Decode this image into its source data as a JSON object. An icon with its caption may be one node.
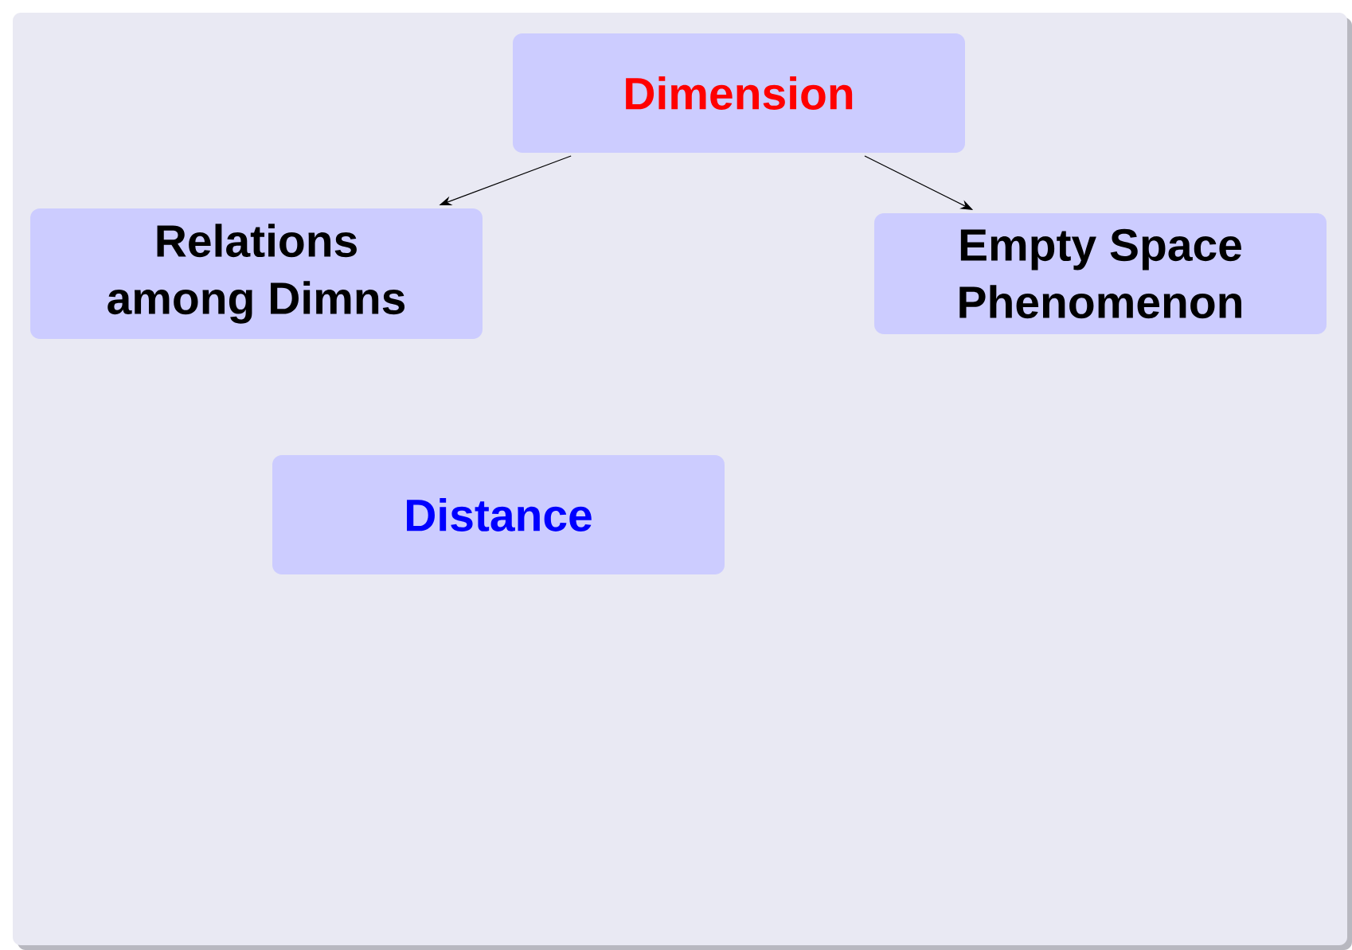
{
  "diagram": {
    "nodes": [
      {
        "text": [
          "Dimension"
        ]
      },
      {
        "text": [
          "Relations among Dimns"
        ]
      },
      {
        "text": [
          "Empty Space Phenomenon"
        ]
      },
      {
        "text": [
          "Distance"
        ]
      }
    ],
    "edges": [
      {
        "from": 0,
        "to": 1,
        "arrow": "to"
      },
      {
        "from": 0,
        "to": 2,
        "arrow": "to"
      }
    ]
  }
}
